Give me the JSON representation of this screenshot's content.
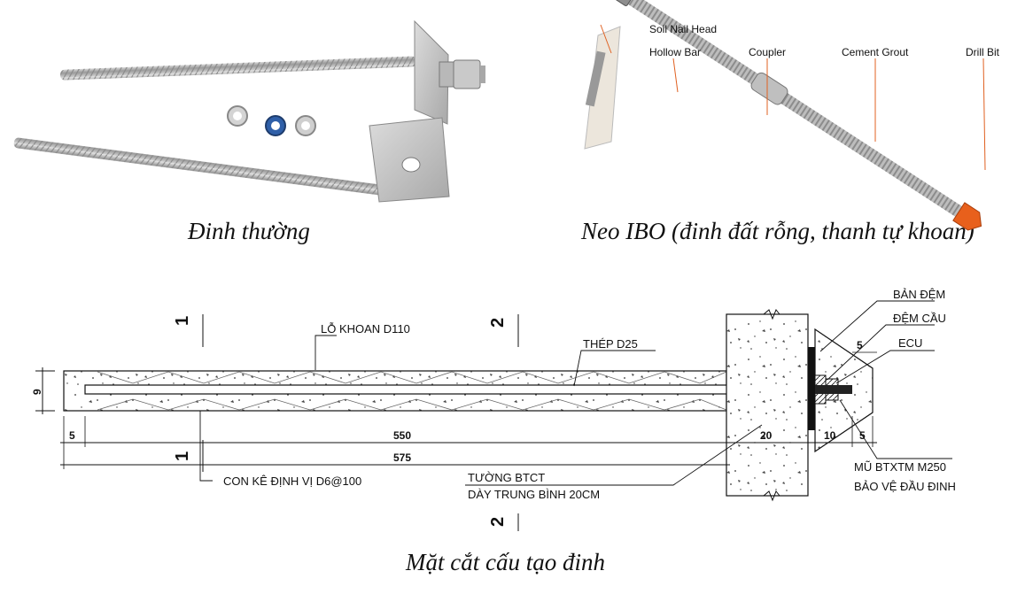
{
  "captions": {
    "top_left": "Đinh thường",
    "top_right": "Neo IBO (đinh đất rỗng, thanh tự khoan)",
    "bottom": "Mặt cắt cấu tạo đinh"
  },
  "ibo_labels": {
    "head": "Soil Nail Head",
    "hollow_bar": "Hollow Bar",
    "coupler": "Coupler",
    "grout": "Cement Grout",
    "drill_bit": "Drill Bit"
  },
  "section": {
    "labels": {
      "bore": "LỖ KHOAN D110",
      "steel": "THÉP D25",
      "spacer": "CON KÊ ĐỊNH VỊ D6@100",
      "wall_1": "TƯỜNG BTCT",
      "wall_2": "DÀY TRUNG BÌNH 20CM",
      "plate": "BẢN ĐỆM",
      "washer": "ĐỆM CẦU",
      "nut": "ECU",
      "cap_1": "MŨ BTXTM M250",
      "cap_2": "BẢO VỆ ĐẦU ĐINH"
    },
    "dims": {
      "height": "9",
      "left_offset": "5",
      "length": "550",
      "total": "575",
      "wall": "20",
      "cap": "10",
      "right_offset": "5",
      "top_offset": "5"
    },
    "section_marks": {
      "left": "1",
      "middle": "2"
    }
  }
}
